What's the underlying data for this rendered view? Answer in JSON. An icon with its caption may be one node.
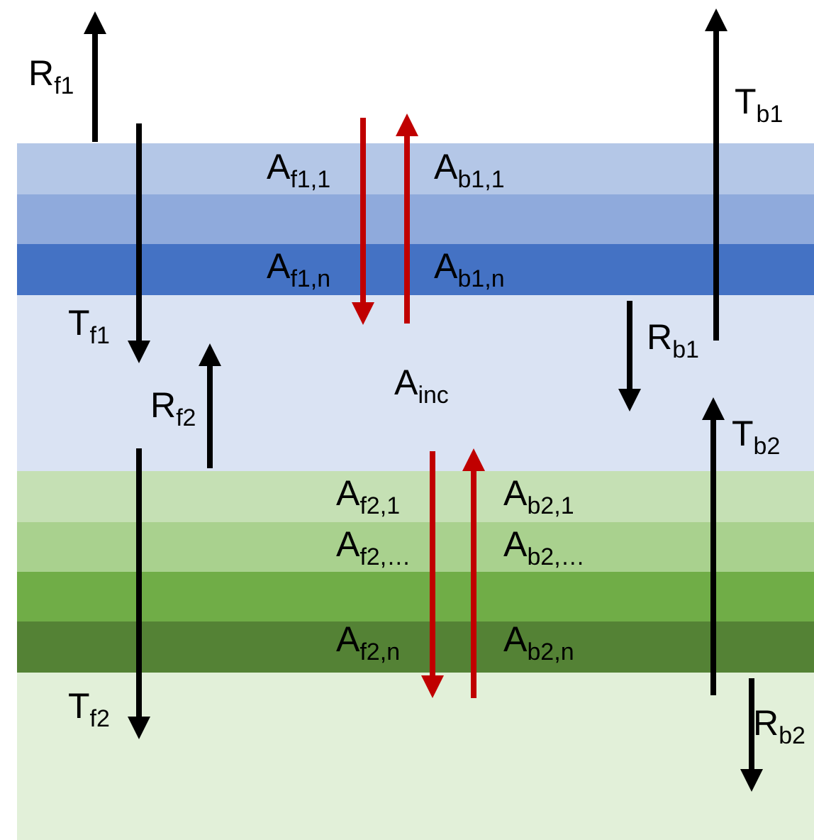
{
  "diagram": {
    "nodes": [
      {
        "text": [
          "A$_{f1,1}$",
          "A$_{b1,1}$"
        ]
      },
      {
        "text": [],
        "shape": "band"
      },
      {
        "text": [
          "A$_{f1,n}$",
          "A$_{b1,n}$"
        ]
      },
      {
        "text": [
          "A$_{inc}$"
        ]
      },
      {
        "text": [
          "A$_{f2,1}$",
          "A$_{b2,1}$"
        ]
      },
      {
        "text": [
          "A$_{f2,…}$",
          "A$_{b2,…}$"
        ]
      },
      {
        "text": [],
        "shape": "band"
      },
      {
        "text": [
          "A$_{f2,n}$",
          "A$_{b2,n}$"
        ]
      },
      {
        "text": [],
        "shape": "band"
      }
    ],
    "labels": [
      "R$_{f1}$",
      "T$_{b1}$",
      "T$_{f1}$",
      "R$_{b1}$",
      "R$_{f2}$",
      "T$_{b2}$",
      "T$_{f2}$",
      "R$_{b2}$"
    ]
  }
}
